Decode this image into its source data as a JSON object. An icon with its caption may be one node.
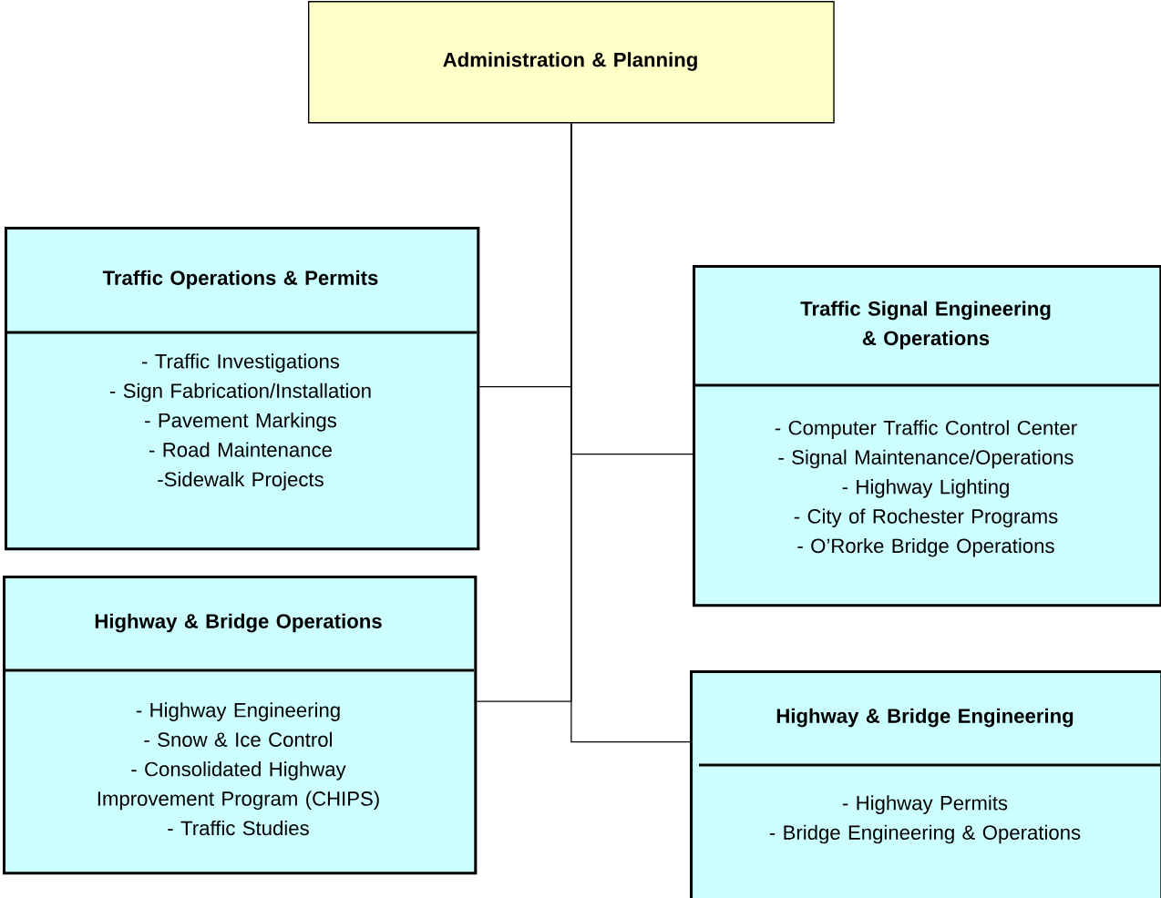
{
  "diagram": {
    "nodes": [
      {
        "text": [
          "Administration & Planning"
        ]
      },
      {
        "text": [
          "Traffic Operations & Permits",
          "- Traffic Investigations",
          "- Sign Fabrication/Installation",
          "- Pavement Markings",
          "- Road Maintenance",
          "-Sidewalk Projects"
        ]
      },
      {
        "text": [
          "Traffic Signal Engineering & Operations",
          "- Computer Traffic Control Center",
          "- Signal Maintenance/Operations",
          "- Highway Lighting",
          "- City of Rochester Programs",
          "- O’Rorke Bridge Operations"
        ]
      },
      {
        "text": [
          "Highway & Bridge Operations",
          "- Highway Engineering",
          "- Snow & Ice Control",
          "- Consolidated Highway Improvement Program (CHIPS)",
          "- Traffic Studies"
        ]
      },
      {
        "text": [
          "Highway & Bridge Engineering",
          "- Highway Permits",
          "- Bridge Engineering & Operations"
        ]
      }
    ],
    "edges": [
      {
        "from": 0,
        "to": 1,
        "arrow": "none"
      },
      {
        "from": 0,
        "to": 2,
        "arrow": "none"
      },
      {
        "from": 0,
        "to": 3,
        "arrow": "none"
      },
      {
        "from": 0,
        "to": 4,
        "arrow": "none"
      }
    ]
  }
}
